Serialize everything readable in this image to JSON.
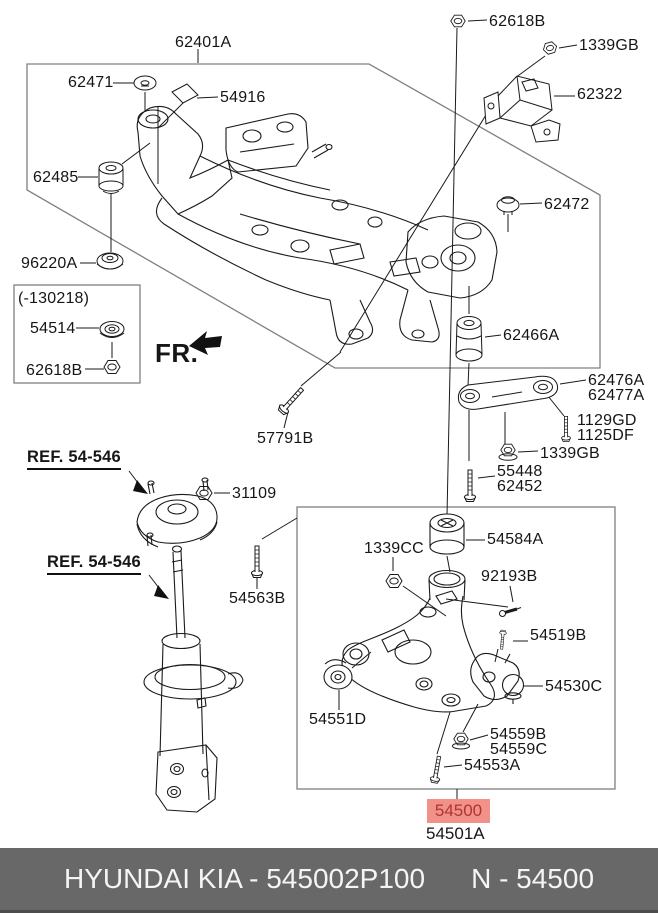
{
  "colors": {
    "highlight_bg": "#F2908A",
    "highlight_text": "#B0352D",
    "footer_bg": "#686868",
    "footer_text": "#F5F5F5",
    "line_color": "#1A1A1A",
    "box_color": "#808080"
  },
  "labels": {
    "p62401A": "62401A",
    "p62471": "62471",
    "p54916": "54916",
    "p62485": "62485",
    "p96220A": "96220A",
    "inset_title": "(-130218)",
    "p54514": "54514",
    "p62618B_inset": "62618B",
    "fr": "FR.",
    "p57791B": "57791B",
    "p62618B_top": "62618B",
    "p1339GB_a": "1339GB",
    "p62322": "62322",
    "p62472": "62472",
    "p62466A": "62466A",
    "p62476A": "62476A",
    "p62477A": "62477A",
    "p1129GD": "1129GD",
    "p1125DF": "1125DF",
    "p1339GB_b": "1339GB",
    "p55448": "55448",
    "p62452": "62452",
    "ref1": "REF. 54-546",
    "p31109": "31109",
    "ref2": "REF. 54-546",
    "p54563B": "54563B",
    "p1339CC": "1339CC",
    "p54584A": "54584A",
    "p92193B": "92193B",
    "p54519B": "54519B",
    "p54530C": "54530C",
    "p54551D": "54551D",
    "p54559B": "54559B",
    "p54559C": "54559C",
    "p54553A": "54553A"
  },
  "highlight": {
    "part": "54500",
    "companion": "54501A"
  },
  "footer": {
    "left": "HYUNDAI  KIA - 545002P100",
    "right": "N - 54500"
  },
  "icon_names": [
    "nut-icon",
    "flange-nut-icon",
    "washer-icon",
    "grommet-icon",
    "bushing-icon",
    "bolt-icon",
    "screw-icon",
    "pad-icon",
    "bracket-icon",
    "stay-arm-icon",
    "fr-direction-arrow",
    "ref-arrow"
  ]
}
